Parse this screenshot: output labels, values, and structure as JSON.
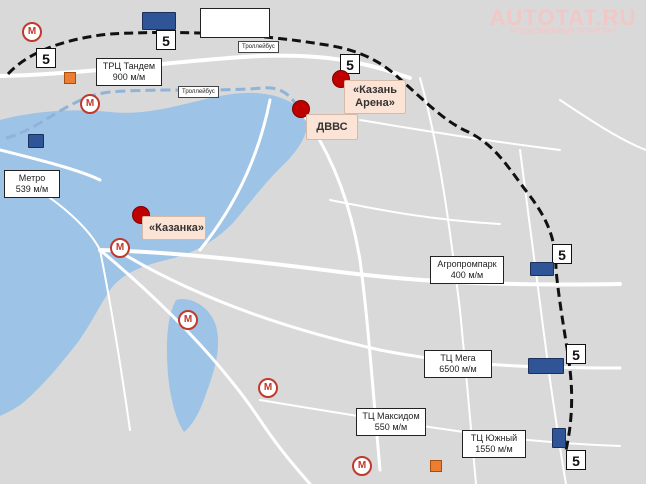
{
  "brand": {
    "logo": "AUTOTAT.RU",
    "tagline": "АВТОМОБИЛЬНЫЙ ТАТАРСТАН",
    "color": "#f2c7c7"
  },
  "colors": {
    "water": "#9dc3e6",
    "land": "#d9d9d9",
    "road": "#ffffff",
    "route": "#111111",
    "trolleybus": "#8fb4d9",
    "metro": "#c0392b",
    "venue_pin": "#c00000",
    "venue_box": "#fbe3d6",
    "parking": "#2f5597",
    "parking_alt": "#ed7d31"
  },
  "route_number": "5",
  "trolleybus_label": "Троллейбус",
  "metro_letter": "М",
  "venues": [
    {
      "id": "kazan-arena",
      "line1": "«Казань",
      "line2": "Арена»"
    },
    {
      "id": "dvvs",
      "line1": "ДВВС",
      "line2": ""
    },
    {
      "id": "kazanka",
      "line1": "«Казанка»",
      "line2": ""
    }
  ],
  "parkings": [
    {
      "id": "top",
      "line1": "",
      "line2": ""
    },
    {
      "id": "tandem",
      "line1": "ТРЦ Тандем",
      "line2": "900 м/м"
    },
    {
      "id": "metro",
      "line1": "Метро",
      "line2": "539 м/м"
    },
    {
      "id": "agroprompark",
      "line1": "Агропромпарк",
      "line2": "400 м/м"
    },
    {
      "id": "mega",
      "line1": "ТЦ Мега",
      "line2": "6500 м/м"
    },
    {
      "id": "maksidom",
      "line1": "ТЦ Максидом",
      "line2": "550 м/м"
    },
    {
      "id": "yuzhny",
      "line1": "ТЦ Южный",
      "line2": "1550 м/м"
    }
  ]
}
